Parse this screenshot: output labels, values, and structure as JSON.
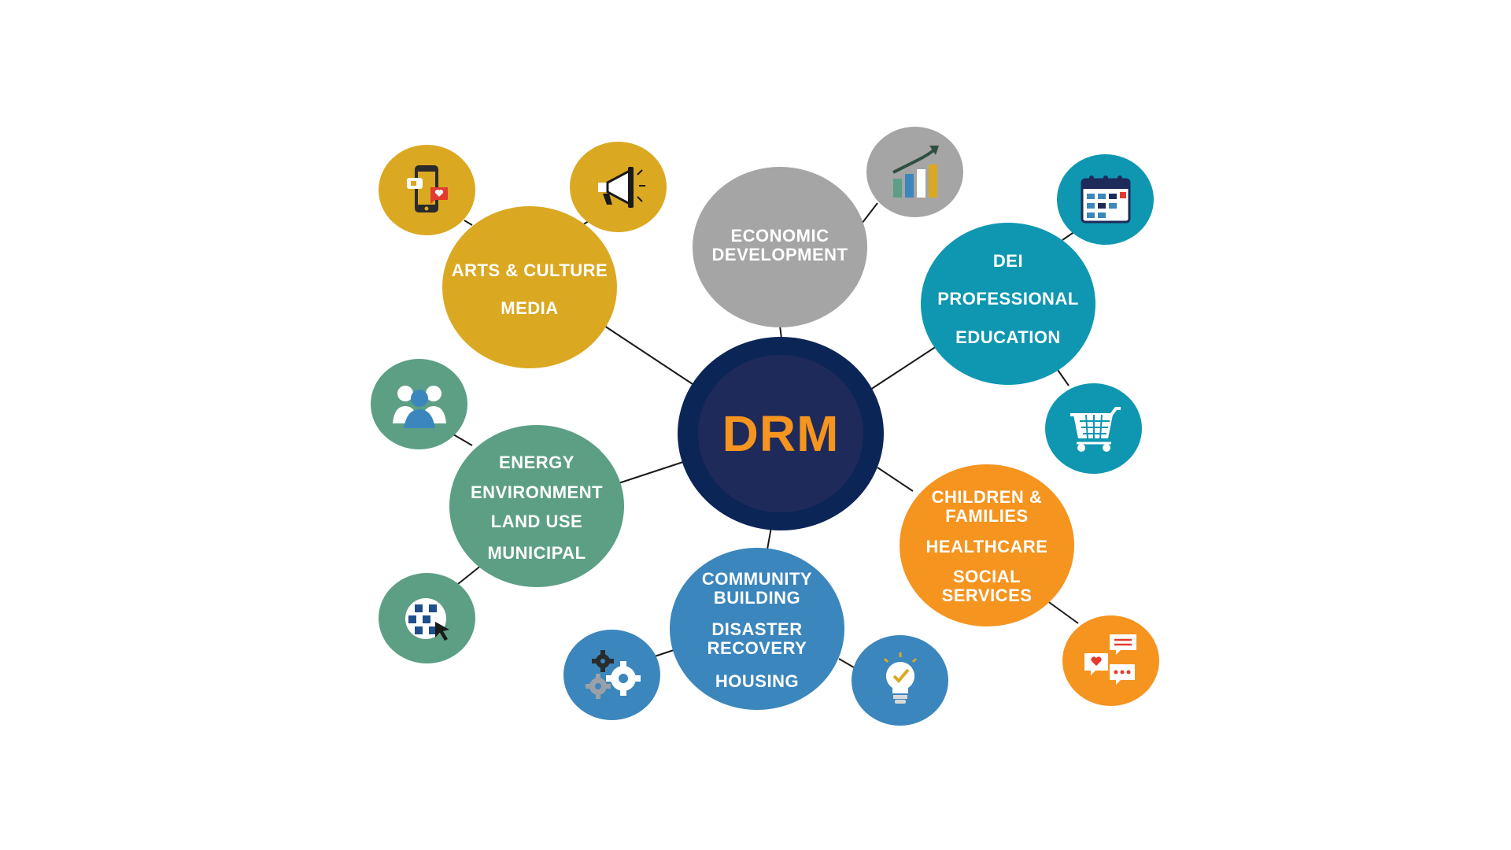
{
  "hub": {
    "title": "DRM",
    "color": "#0c2557",
    "inner_color": "#1e2a5a",
    "title_color": "#f5941f"
  },
  "nodes": {
    "arts": {
      "color": "#dba822",
      "lines": [
        "ARTS & CULTURE",
        "MEDIA"
      ],
      "icons": [
        "phone-reactions-icon",
        "megaphone-icon"
      ]
    },
    "economic": {
      "color": "#a5a5a5",
      "lines": [
        "ECONOMIC\nDEVELOPMENT"
      ],
      "icons": [
        "growth-chart-icon"
      ]
    },
    "dei": {
      "color": "#0f97b1",
      "lines": [
        "DEI",
        "PROFESSIONAL",
        "EDUCATION"
      ],
      "icons": [
        "calendar-icon",
        "shopping-cart-icon"
      ]
    },
    "energy": {
      "color": "#5c9f85",
      "lines": [
        "ENERGY",
        "ENVIRONMENT",
        "LAND USE",
        "MUNICIPAL"
      ],
      "icons": [
        "people-group-icon",
        "globe-cursor-icon"
      ]
    },
    "children": {
      "color": "#f5941f",
      "lines": [
        "CHILDREN &\nFAMILIES",
        "HEALTHCARE",
        "SOCIAL\nSERVICES"
      ],
      "icons": [
        "chat-bubbles-icon"
      ]
    },
    "community": {
      "color": "#3b86bd",
      "lines": [
        "COMMUNITY\nBUILDING",
        "DISASTER\nRECOVERY",
        "HOUSING"
      ],
      "icons": [
        "gears-icon",
        "lightbulb-check-icon"
      ]
    }
  }
}
